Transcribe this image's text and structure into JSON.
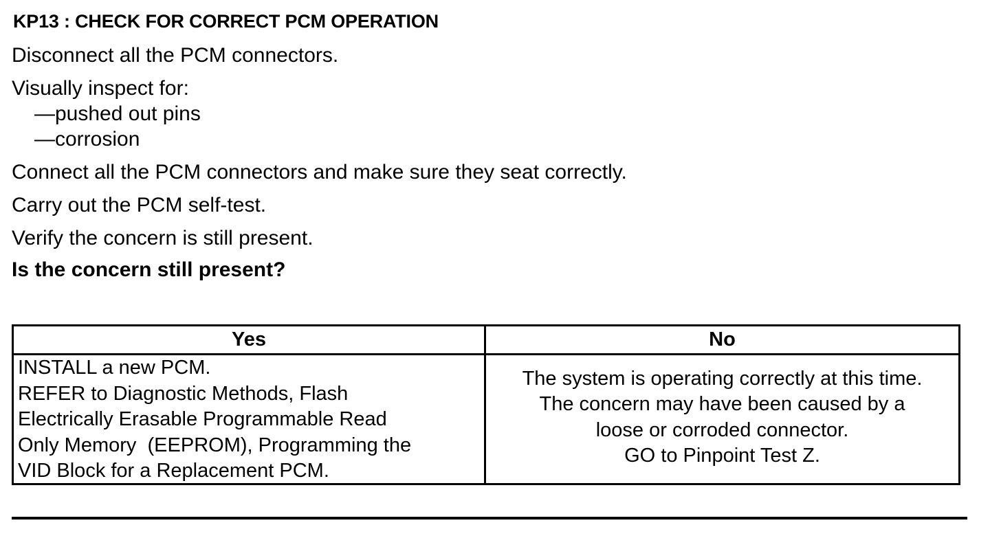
{
  "heading": "KP13 : CHECK FOR CORRECT PCM OPERATION",
  "steps": [
    "Disconnect all the PCM connectors.",
    "Visually inspect for:",
    "—pushed out pins",
    "—corrosion",
    "Connect all the PCM connectors and make sure they seat correctly.",
    "Carry out the PCM self-test.",
    "Verify the concern is still present."
  ],
  "question": "Is the concern still present?",
  "table": {
    "yes_header": "Yes",
    "no_header": "No",
    "yes_lines": [
      "INSTALL a new PCM.",
      "REFER to Diagnostic Methods, Flash",
      "Electrically Erasable Programmable Read",
      "Only Memory  (EEPROM), Programming the",
      "VID Block for a Replacement PCM."
    ],
    "no_lines": [
      "The system is operating correctly at this time.",
      "The concern may have been caused by a",
      "loose or corroded connector.",
      "GO to Pinpoint Test Z."
    ]
  }
}
